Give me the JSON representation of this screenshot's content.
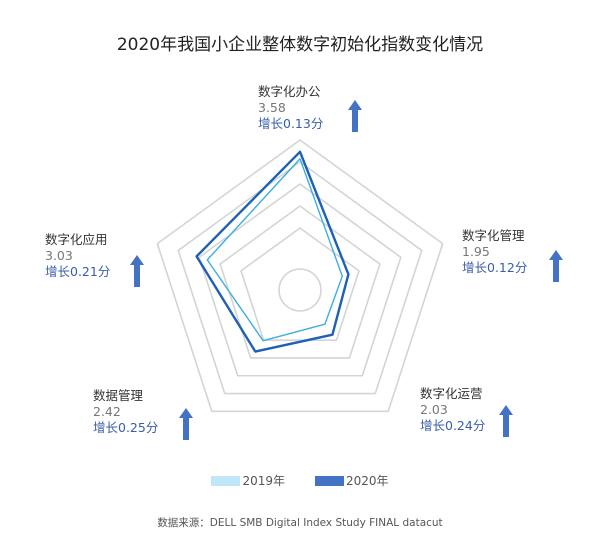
{
  "chart_data": {
    "type": "radar",
    "title": "2020年我国小企业整体数字初始化指数变化情况",
    "axes": [
      "数字化办公",
      "数字化管理",
      "数字化运营",
      "数据管理",
      "数字化应用"
    ],
    "series": [
      {
        "name": "2019年",
        "values": [
          3.45,
          1.83,
          1.79,
          2.17,
          2.82
        ],
        "color": "#3eaee0",
        "legend_color": "#bfe7f7"
      },
      {
        "name": "2020年",
        "values": [
          3.58,
          1.95,
          2.03,
          2.42,
          3.03
        ],
        "color": "#1e60b4",
        "legend_color": "#4472c4"
      }
    ],
    "value_labels": [
      "3.58",
      "1.95",
      "2.03",
      "2.42",
      "3.03"
    ],
    "growth_labels": [
      "增长0.13分",
      "增长0.12分",
      "增长0.24分",
      "增长0.25分",
      "增长0.21分"
    ],
    "rlim": [
      1,
      3.8
    ],
    "legend_position": "bottom"
  },
  "source": "数据来源：DELL SMB Digital Index Study FINAL datacut",
  "arrow_color": "#4472c4"
}
